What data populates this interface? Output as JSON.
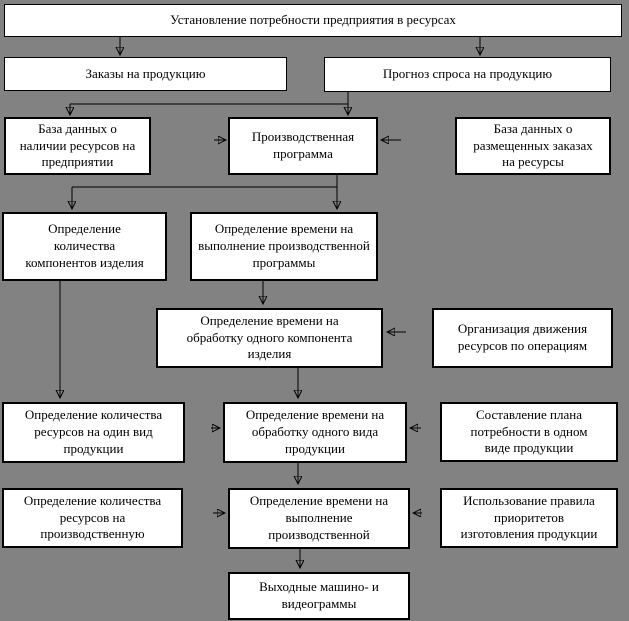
{
  "diagram": {
    "title": "Установление потребности предприятия в ресурсах",
    "background_color": "#828282",
    "box_fill_color": "#ffffff",
    "line_color": "#000000",
    "nodes": [
      {
        "id": "establish-needs",
        "label": "Установление потребности предприятия в ресурсах"
      },
      {
        "id": "product-orders",
        "label": "Заказы на продукцию"
      },
      {
        "id": "demand-forecast",
        "label": "Прогноз спроса на продукцию"
      },
      {
        "id": "resources-availability-db",
        "label": "База данных о\nналичии ресурсов на\nпредприятии"
      },
      {
        "id": "production-program",
        "label": "Производственная\nпрограмма"
      },
      {
        "id": "placed-orders-db",
        "label": "База данных о\nразмещенных заказах\nна ресурсы"
      },
      {
        "id": "component-quantity",
        "label": "Определение\nколичества\nкомпонентов изделия"
      },
      {
        "id": "program-execution-time",
        "label": "Определение времени на\nвыполнение производственной\nпрограммы"
      },
      {
        "id": "component-processing-time",
        "label": "Определение времени на\nобработку одного компонента\nизделия"
      },
      {
        "id": "resource-movement",
        "label": "Организация движения\nресурсов по операциям"
      },
      {
        "id": "resources-per-product",
        "label": "Определение количества\nресурсов на один вид\nпродукции"
      },
      {
        "id": "product-processing-time",
        "label": "Определение времени на\nобработку одного вида\nпродукции"
      },
      {
        "id": "single-product-plan",
        "label": "Составление плана\nпотребности в одном\nвиде продукции"
      },
      {
        "id": "resources-for-production",
        "label": "Определение количества\nресурсов на\nпроизводственную"
      },
      {
        "id": "production-execution-time",
        "label": "Определение времени на\nвыполнение\nпроизводственной"
      },
      {
        "id": "priority-rules",
        "label": "Использование правила\nприоритетов\nизготовления продукции"
      },
      {
        "id": "output-documents",
        "label": "Выходные машино- и\nвидеограммы"
      }
    ]
  }
}
